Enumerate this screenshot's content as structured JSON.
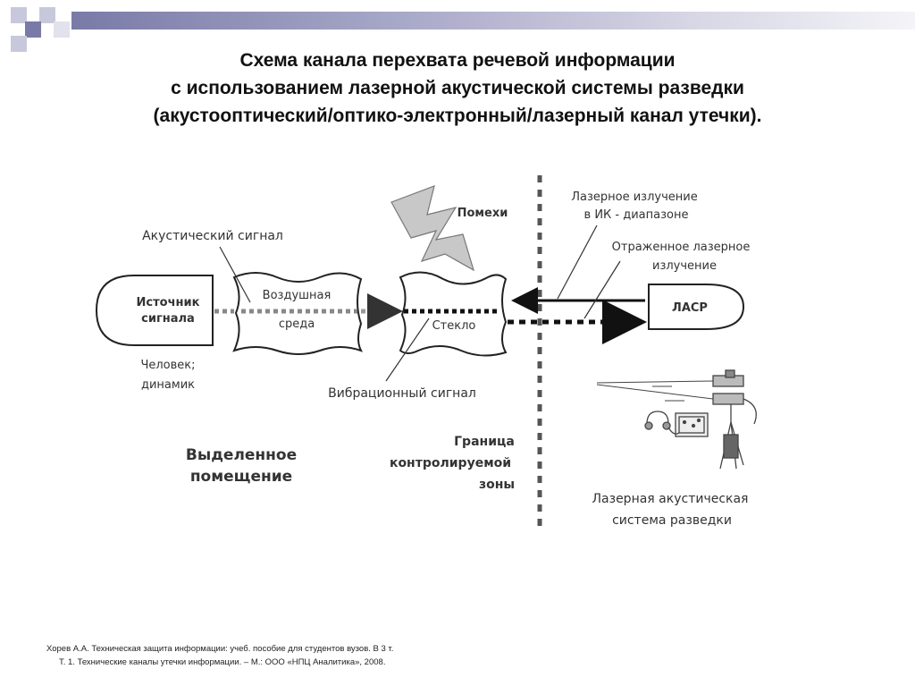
{
  "title": {
    "line1": "Схема канала перехвата речевой информации",
    "line2": "с использованием лазерной акустической системы разведки",
    "line3": "(акустооптический/оптико-электронный/лазерный канал утечки)."
  },
  "diagram": {
    "source_line1": "Источник",
    "source_line2": "сигнала",
    "human_line1": "Человек;",
    "human_line2": "динамик",
    "air_line1": "Воздушная",
    "air_line2": "среда",
    "glass": "Стекло",
    "acoustic_signal": "Акустический сигнал",
    "interference": "Помехи",
    "laser_ir_line1": "Лазерное излучение",
    "laser_ir_line2": "в ИК - диапазоне",
    "reflected_line1": "Отраженное лазерное",
    "reflected_line2": "излучение",
    "lasr": "ЛАСР",
    "vibration_signal": "Вибрационный сигнал",
    "room_line1": "Выделенное",
    "room_line2": "помещение",
    "boundary_line1": "Граница",
    "boundary_line2": "контролируемой",
    "boundary_line3": "зоны",
    "system_line1": "Лазерная акустическая",
    "system_line2": "система разведки"
  },
  "footer": {
    "line1": "Хорев А.А.  Техническая  защита информации: учеб. пособие для студентов вузов. В 3 т.",
    "line2": "Т. 1. Технические каналы утечки информации. – М.: ООО «НПЦ Аналитика», 2008."
  },
  "colors": {
    "deco_dark": "#7a7aa8",
    "deco_light": "#c8c8dc",
    "diagram_text": "#333333"
  }
}
